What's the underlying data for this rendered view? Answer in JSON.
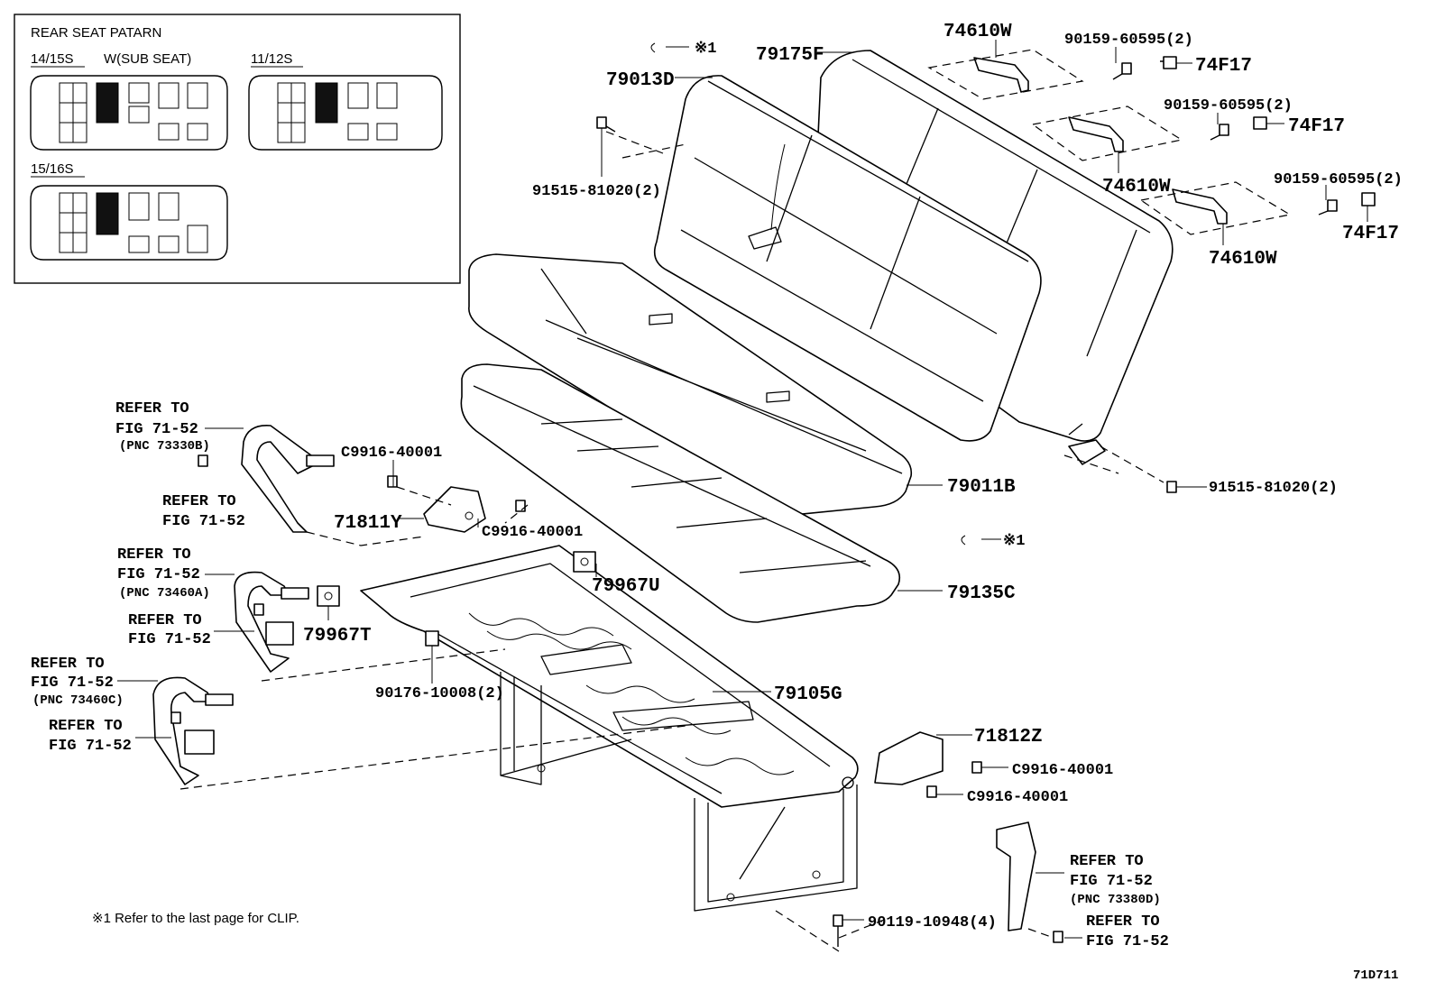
{
  "inset": {
    "title": "REAR SEAT PATARN",
    "groups": [
      {
        "label": "14/15S",
        "sub_label": "W(SUB SEAT)"
      },
      {
        "label": "11/12S"
      },
      {
        "label": "15/16S"
      }
    ]
  },
  "parts": {
    "p79175F": "79175F",
    "p79013D": "79013D",
    "p74610W_1": "74610W",
    "p74610W_2": "74610W",
    "p74610W_3": "74610W",
    "p90159_1": "90159-60595(2)",
    "p90159_2": "90159-60595(2)",
    "p90159_3": "90159-60595(2)",
    "p74F17_1": "74F17",
    "p74F17_2": "74F17",
    "p74F17_3": "74F17",
    "p91515_1": "91515-81020(2)",
    "p91515_2": "91515-81020(2)",
    "p79011B": "79011B",
    "p79135C": "79135C",
    "p79105G": "79105G",
    "p71811Y": "71811Y",
    "p71812Z": "71812Z",
    "p79967U": "79967U",
    "p79967T": "79967T",
    "p90176": "90176-10008(2)",
    "p90119": "90119-10948(4)",
    "pC9916_1": "C9916-40001",
    "pC9916_2": "C9916-40001",
    "pC9916_3": "C9916-40001",
    "pC9916_4": "C9916-40001",
    "clip_1": "※1",
    "clip_2": "※1"
  },
  "refs": {
    "r1_a": "REFER TO",
    "r1_b": "FIG 71-52",
    "r1_c": "(PNC 73330B)",
    "r2_a": "REFER TO",
    "r2_b": "FIG 71-52",
    "r3_a": "REFER TO",
    "r3_b": "FIG 71-52",
    "r3_c": "(PNC 73460A)",
    "r4_a": "REFER TO",
    "r4_b": "FIG 71-52",
    "r5_a": "REFER TO",
    "r5_b": "FIG 71-52",
    "r5_c": "(PNC 73460C)",
    "r6_a": "REFER TO",
    "r6_b": "FIG 71-52",
    "r7_a": "REFER TO",
    "r7_b": "FIG 71-52",
    "r7_c": "(PNC 73380D)",
    "r8_a": "REFER TO",
    "r8_b": "FIG 71-52"
  },
  "footnote": "※1  Refer to the last page for CLIP.",
  "figure_code": "71D711"
}
